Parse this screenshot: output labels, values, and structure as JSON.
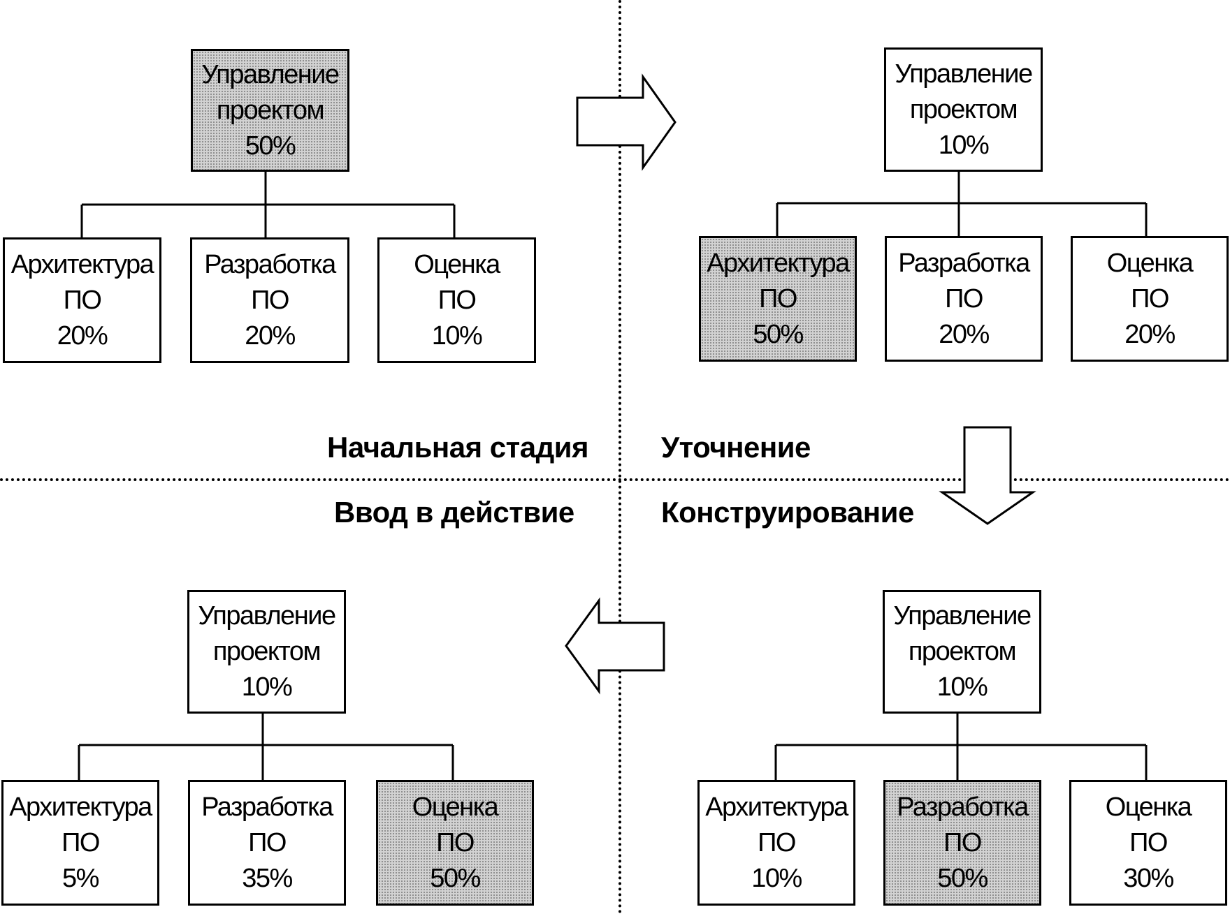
{
  "stages": [
    {
      "label": "Начальная стадия",
      "parent": {
        "line1": "Управление",
        "line2": "проектом",
        "value": "50%",
        "highlighted": true
      },
      "children": [
        {
          "line1": "Архитектура",
          "line2": "ПО",
          "value": "20%",
          "highlighted": false
        },
        {
          "line1": "Разработка",
          "line2": "ПО",
          "value": "20%",
          "highlighted": false
        },
        {
          "line1": "Оценка",
          "line2": "ПО",
          "value": "10%",
          "highlighted": false
        }
      ]
    },
    {
      "label": "Уточнение",
      "parent": {
        "line1": "Управление",
        "line2": "проектом",
        "value": "10%",
        "highlighted": false
      },
      "children": [
        {
          "line1": "Архитектура",
          "line2": "ПО",
          "value": "50%",
          "highlighted": true
        },
        {
          "line1": "Разработка",
          "line2": "ПО",
          "value": "20%",
          "highlighted": false
        },
        {
          "line1": "Оценка",
          "line2": "ПО",
          "value": "20%",
          "highlighted": false
        }
      ]
    },
    {
      "label": "Конструирование",
      "parent": {
        "line1": "Управление",
        "line2": "проектом",
        "value": "10%",
        "highlighted": false
      },
      "children": [
        {
          "line1": "Архитектура",
          "line2": "ПО",
          "value": "10%",
          "highlighted": false
        },
        {
          "line1": "Разработка",
          "line2": "ПО",
          "value": "50%",
          "highlighted": true
        },
        {
          "line1": "Оценка",
          "line2": "ПО",
          "value": "30%",
          "highlighted": false
        }
      ]
    },
    {
      "label": "Ввод в действие",
      "parent": {
        "line1": "Управление",
        "line2": "проектом",
        "value": "10%",
        "highlighted": false
      },
      "children": [
        {
          "line1": "Архитектура",
          "line2": "ПО",
          "value": "5%",
          "highlighted": false
        },
        {
          "line1": "Разработка",
          "line2": "ПО",
          "value": "35%",
          "highlighted": false
        },
        {
          "line1": "Оценка",
          "line2": "ПО",
          "value": "50%",
          "highlighted": true
        }
      ]
    }
  ],
  "arrows": [
    "right",
    "down",
    "left"
  ],
  "colors": {
    "highlight_fill": "#d2d2d2",
    "line": "#000000",
    "background": "#ffffff"
  }
}
